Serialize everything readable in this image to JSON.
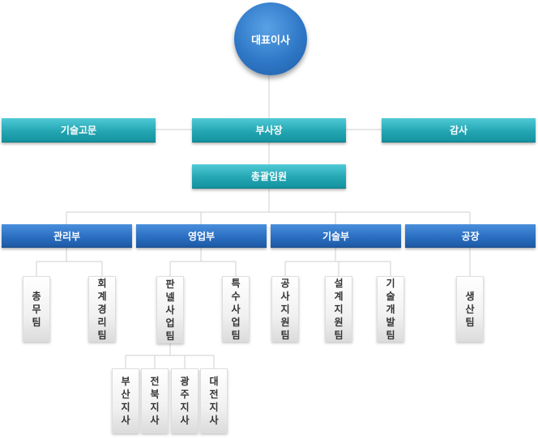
{
  "ceo": "대표이사",
  "advisor": "기술고문",
  "vp": "부사장",
  "audit": "감사",
  "gm": "총괄임원",
  "departments": [
    {
      "name": "관리부",
      "teams": [
        "총무팀",
        "회계경리팀"
      ]
    },
    {
      "name": "영업부",
      "teams": [
        "판넬사업팀",
        "특수사업팀"
      ]
    },
    {
      "name": "기술부",
      "teams": [
        "공사지원팀",
        "설계지원팀",
        "기술개발팀"
      ]
    },
    {
      "name": "공장",
      "teams": [
        "생산팀"
      ]
    }
  ],
  "branches": [
    "부산지사",
    "전북지사",
    "광주지사",
    "대전지사"
  ],
  "colors": {
    "ceo": "#2f78c7",
    "exec": "#25a6b3",
    "dept": "#2b6fc2",
    "team": "#f1f1f1",
    "line": "#cfcfcf"
  }
}
